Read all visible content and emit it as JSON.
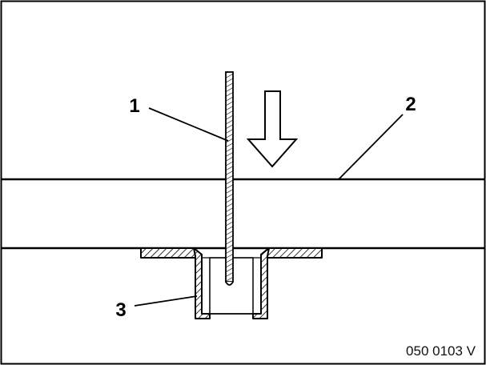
{
  "figure": {
    "callouts": [
      {
        "id": "1",
        "label": "1"
      },
      {
        "id": "2",
        "label": "2"
      },
      {
        "id": "3",
        "label": "3"
      }
    ],
    "reference_code": "050 0103 V",
    "arrow_direction": "down",
    "colors": {
      "line": "#000000",
      "background": "#ffffff"
    }
  }
}
